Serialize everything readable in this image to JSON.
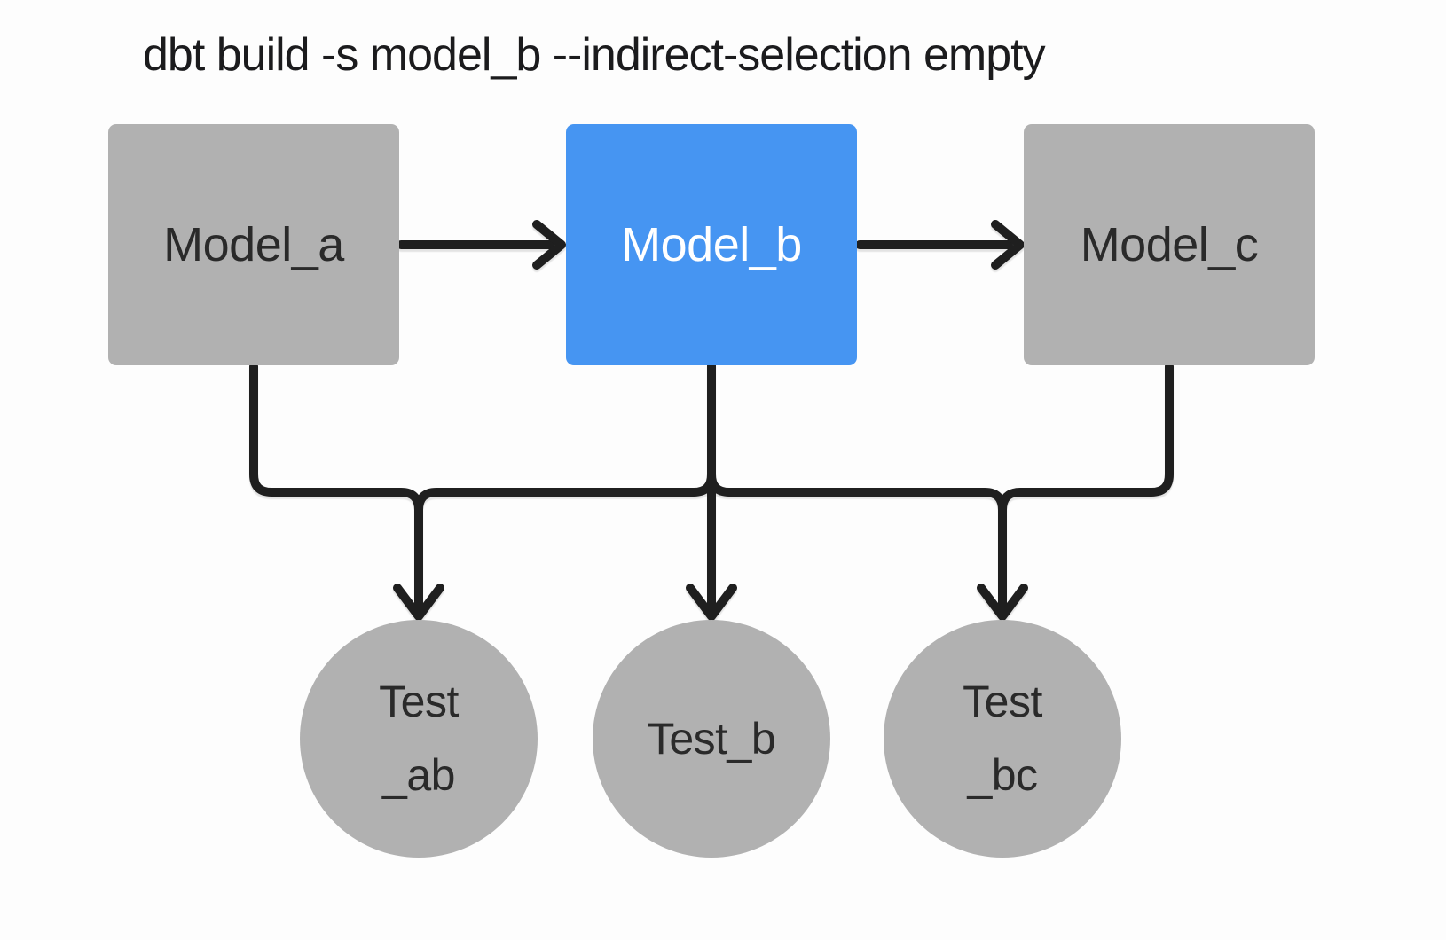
{
  "title": "dbt build -s model_b --indirect-selection empty",
  "diagram": {
    "type": "dag",
    "models": [
      {
        "id": "model_a",
        "label": "Model_a",
        "state": "unselected"
      },
      {
        "id": "model_b",
        "label": "Model_b",
        "state": "selected"
      },
      {
        "id": "model_c",
        "label": "Model_c",
        "state": "unselected"
      }
    ],
    "tests": [
      {
        "id": "test_ab",
        "label_line1": "Test",
        "label_line2": "_ab"
      },
      {
        "id": "test_b",
        "label_line1": "Test_b",
        "label_line2": ""
      },
      {
        "id": "test_bc",
        "label_line1": "Test",
        "label_line2": "_bc"
      }
    ],
    "edges": [
      {
        "from": "model_a",
        "to": "model_b"
      },
      {
        "from": "model_b",
        "to": "model_c"
      },
      {
        "from": "model_a",
        "to": "test_ab"
      },
      {
        "from": "model_b",
        "to": "test_ab"
      },
      {
        "from": "model_b",
        "to": "test_b"
      },
      {
        "from": "model_b",
        "to": "test_bc"
      },
      {
        "from": "model_c",
        "to": "test_bc"
      }
    ]
  },
  "colors": {
    "node-gray": "#b1b1b1",
    "selected-blue": "#4695f2",
    "line-dark": "#1f1f1f",
    "text-dark": "#2a2a2a",
    "text-light": "#ffffff",
    "title-color": "#1b1b1d",
    "background": "#fdfdfd"
  }
}
